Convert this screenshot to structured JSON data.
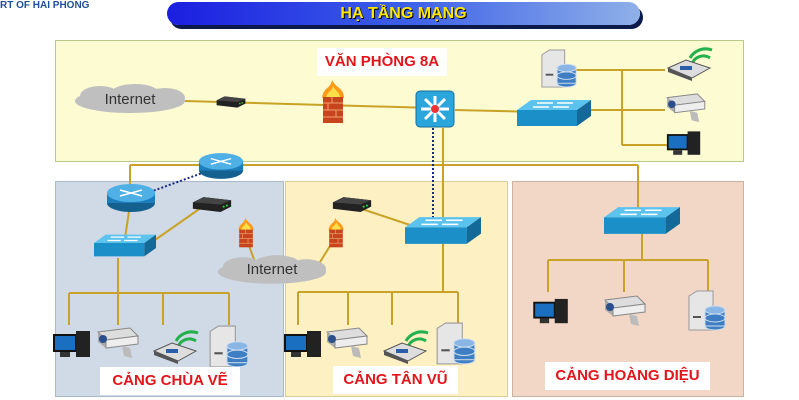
{
  "header": {
    "org_text": "RT OF HAI PHONG",
    "title": "HẠ TẦNG MẠNG"
  },
  "sites": {
    "office": {
      "label": "VĂN PHÒNG 8A"
    },
    "chua_ve": {
      "label": "CẢNG CHÙA VẼ"
    },
    "tan_vu": {
      "label": "CẢNG TÂN VŨ"
    },
    "hoang_dieu": {
      "label": "CẢNG HOÀNG DIỆU"
    }
  },
  "clouds": {
    "office_internet": "Internet",
    "port_internet": "Internet"
  },
  "colors": {
    "link": "#c9a227",
    "label_text": "#e3151b",
    "title_text": "#ffe600"
  }
}
